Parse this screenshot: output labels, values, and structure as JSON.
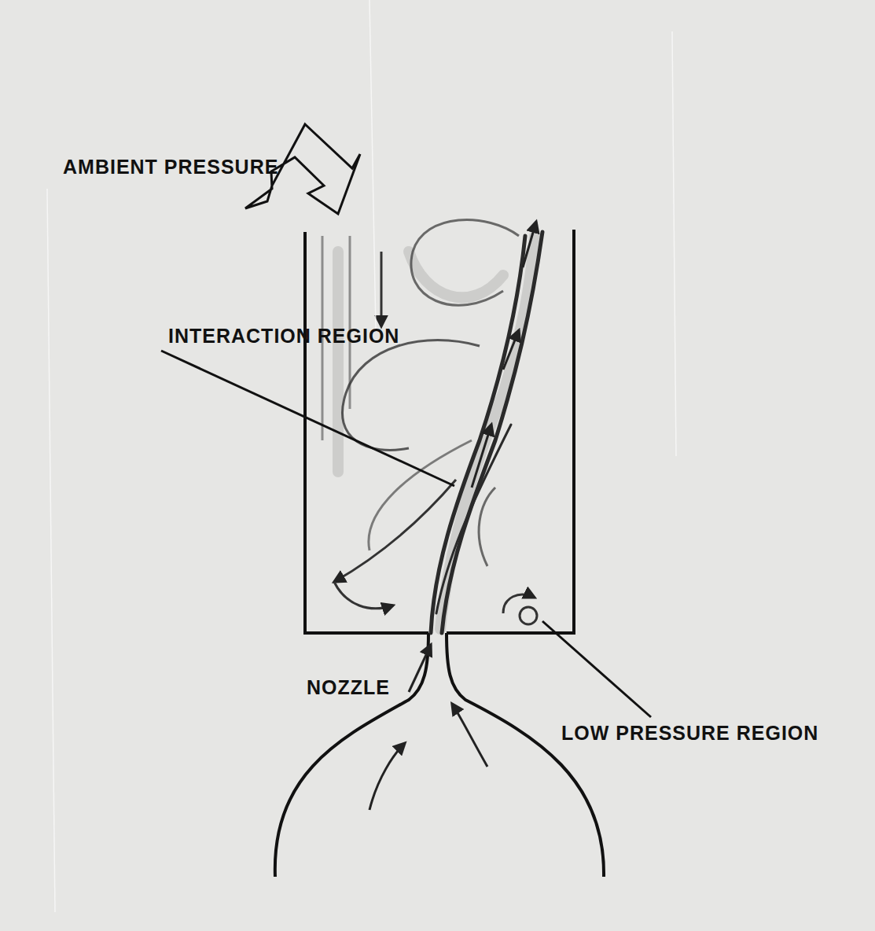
{
  "diagram": {
    "labels": [
      "AMBIENT PRESSURE",
      "INTERACTION REGION",
      "NOZZLE",
      "LOW PRESSURE REGION"
    ]
  }
}
